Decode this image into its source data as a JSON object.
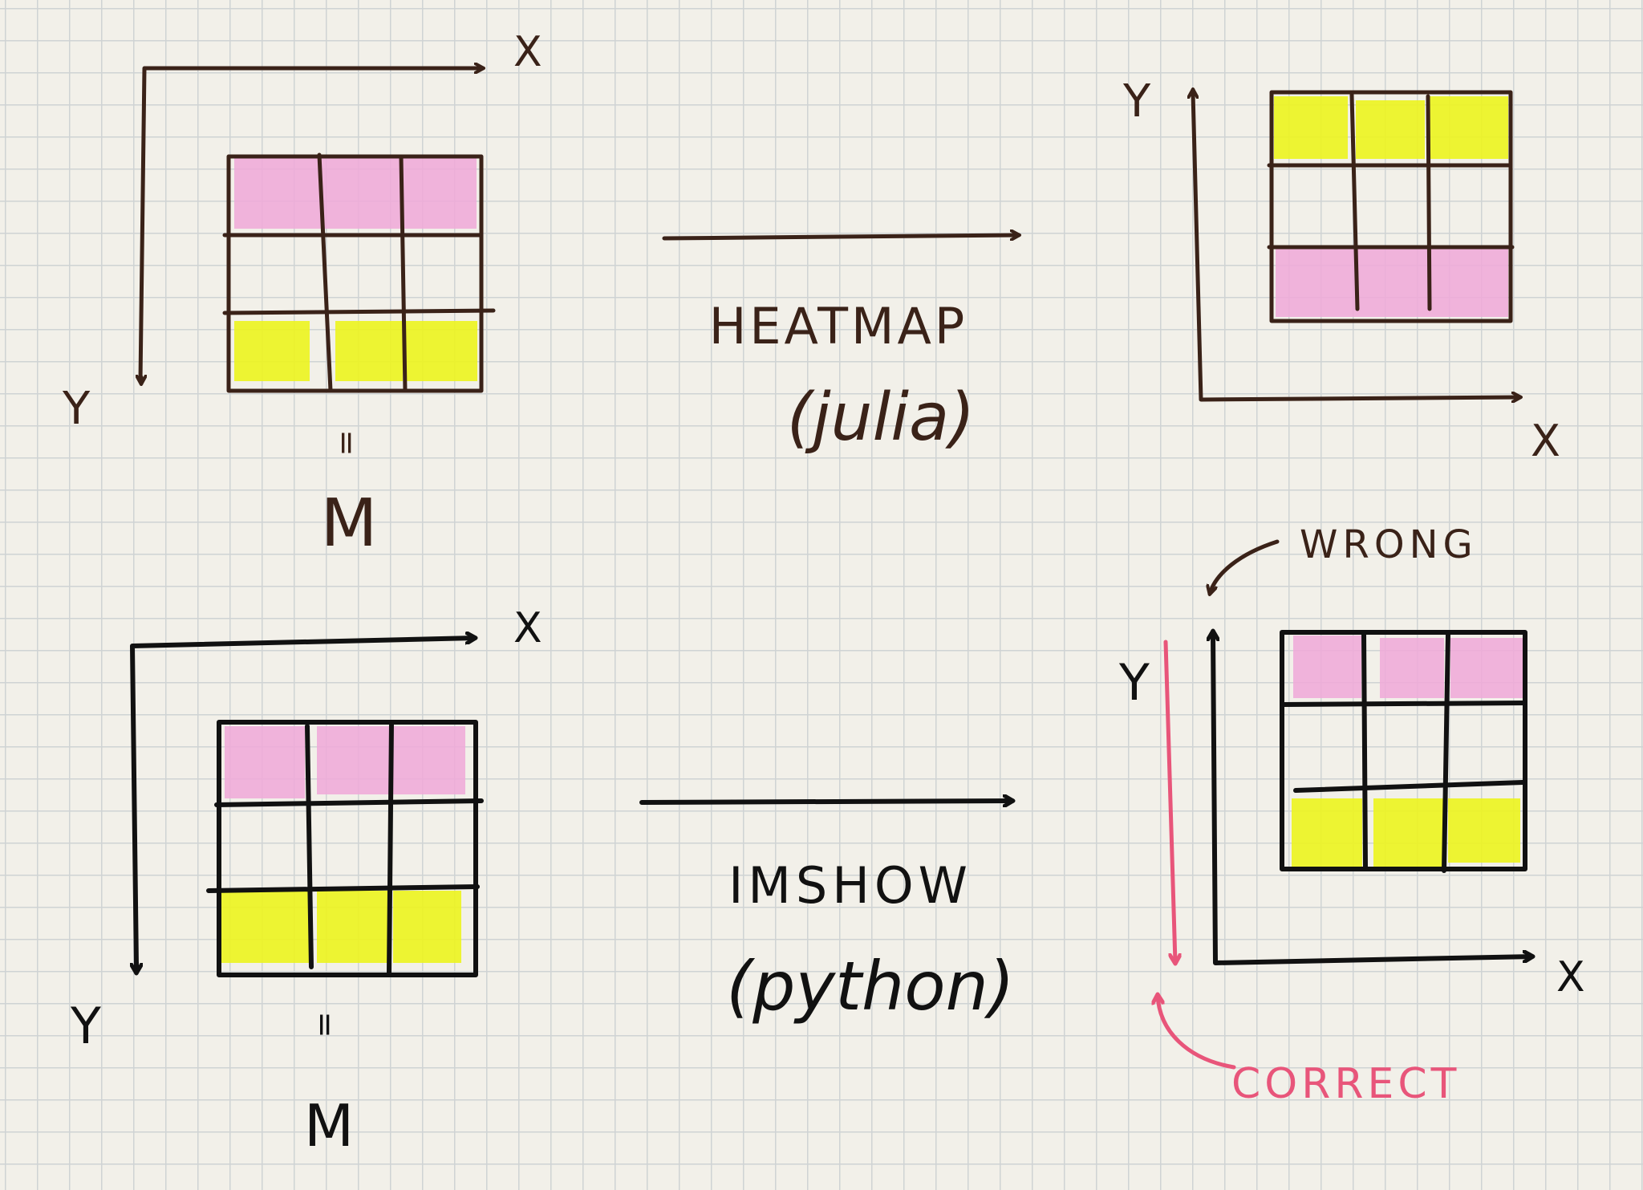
{
  "panels": {
    "julia_input": {
      "x_label": "X",
      "y_label": "Y",
      "equals_label": "=",
      "matrix_label": "M"
    },
    "julia_output": {
      "x_label": "X",
      "y_label": "Y"
    },
    "python_input": {
      "x_label": "X",
      "y_label": "Y",
      "equals_label": "=",
      "matrix_label": "M"
    },
    "python_output": {
      "x_label": "X",
      "y_label": "Y"
    }
  },
  "transforms": {
    "heatmap": {
      "line1": "HEATMAP",
      "line2": "(julia)"
    },
    "imshow": {
      "line1": "IMSHOW",
      "line2": "(python)"
    }
  },
  "annotations": {
    "wrong": "WRONG",
    "correct": "CORRECT"
  },
  "colors": {
    "ink": "#3a2218",
    "bold_ink": "#111111",
    "pink": "#f0a8d8",
    "yellow": "#ecf41e",
    "red_pen": "#e8557a",
    "paper": "#f2f0e9"
  }
}
